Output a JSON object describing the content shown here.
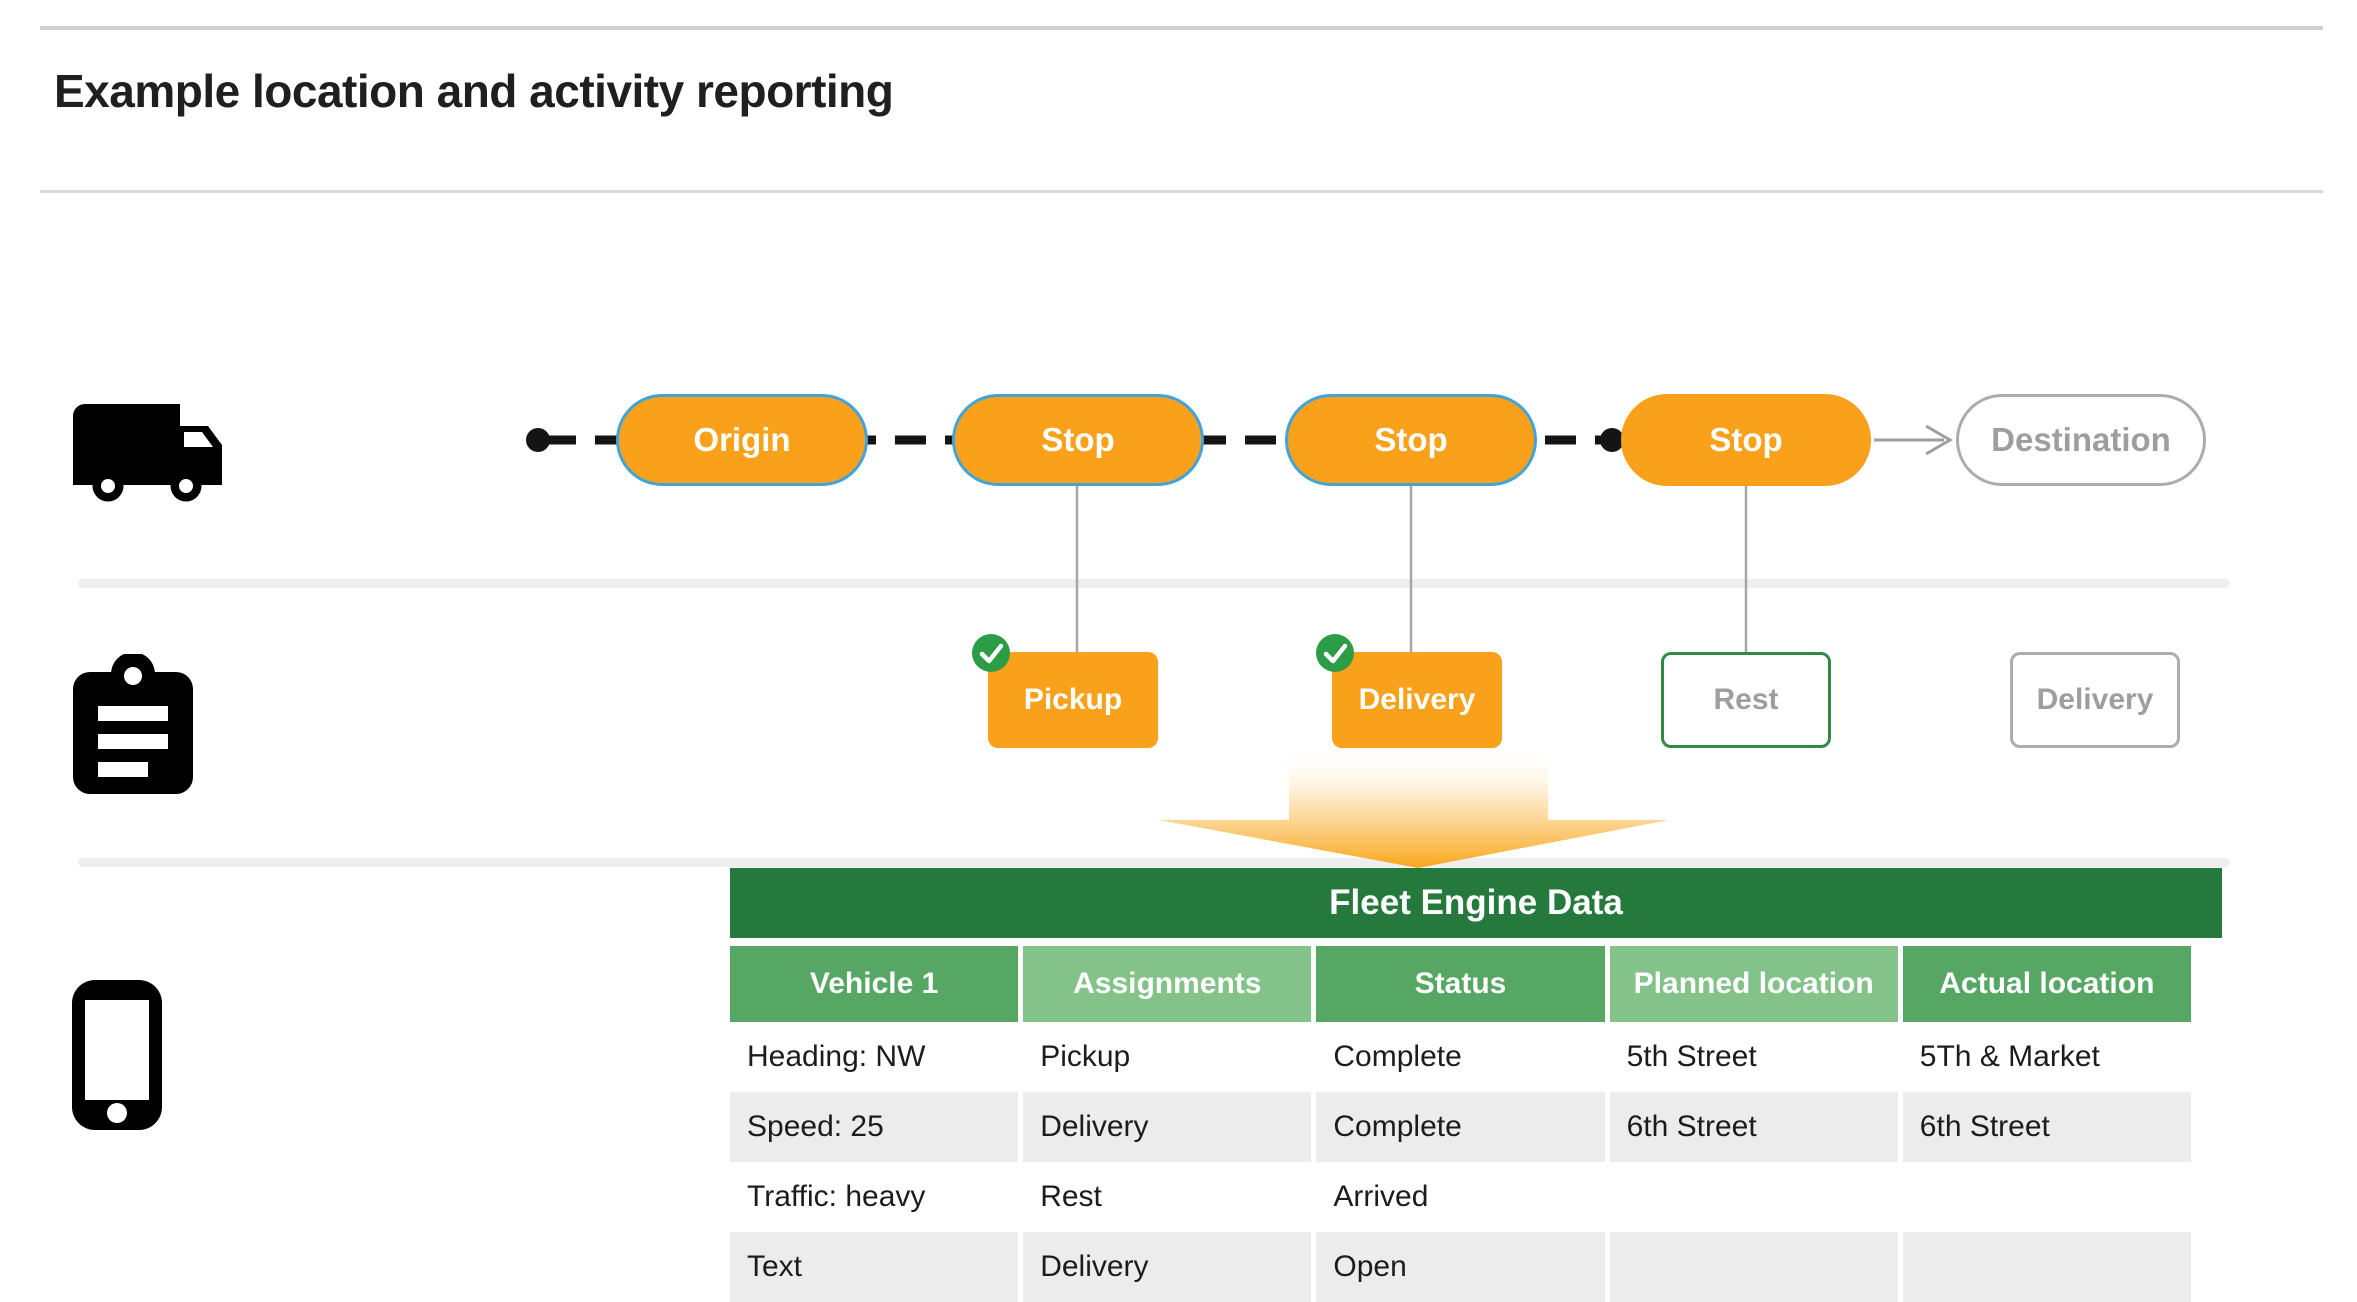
{
  "page": {
    "title": "Example location and activity reporting"
  },
  "palette": {
    "orange": "#f9a11b",
    "pill_blue_border": "#3fa3dc",
    "green_dark_header": "#26793d",
    "green_mid_column": "#55a763",
    "green_light_column": "#83c38a",
    "green_check": "#2d9c47",
    "green_outline_box": "#2f8a47",
    "gray_text": "#9e9e9e",
    "gray_border": "#acacac",
    "row_stripe_gray": "#ececec",
    "connector_gray": "#a6a6a6",
    "dashed_route_black": "#141414"
  },
  "left_rail_icons": [
    "truck-icon",
    "clipboard-icon",
    "phone-icon"
  ],
  "route": {
    "stops": [
      {
        "label": "Origin"
      },
      {
        "label": "Stop"
      },
      {
        "label": "Stop"
      },
      {
        "label": "Stop"
      },
      {
        "label": "Destination"
      }
    ]
  },
  "activities": {
    "items": [
      {
        "label": "Pickup",
        "checked": true,
        "variant": "filled"
      },
      {
        "label": "Delivery",
        "checked": true,
        "variant": "filled"
      },
      {
        "label": "Rest",
        "checked": false,
        "variant": "outline-green"
      },
      {
        "label": "Delivery",
        "checked": false,
        "variant": "outline-gray"
      }
    ]
  },
  "table": {
    "title": "Fleet Engine Data",
    "columns": [
      "Vehicle 1",
      "Assignments",
      "Status",
      "Planned location",
      "Actual location"
    ],
    "rows": [
      {
        "cells": [
          "Heading: NW",
          "Pickup",
          "Complete",
          "5th Street",
          "5Th & Market"
        ]
      },
      {
        "cells": [
          "Speed: 25",
          "Delivery",
          "Complete",
          "6th Street",
          "6th Street"
        ]
      },
      {
        "cells": [
          "Traffic: heavy",
          "Rest",
          "Arrived",
          "",
          ""
        ]
      },
      {
        "cells": [
          "Text",
          "Delivery",
          "Open",
          "",
          ""
        ]
      }
    ]
  }
}
